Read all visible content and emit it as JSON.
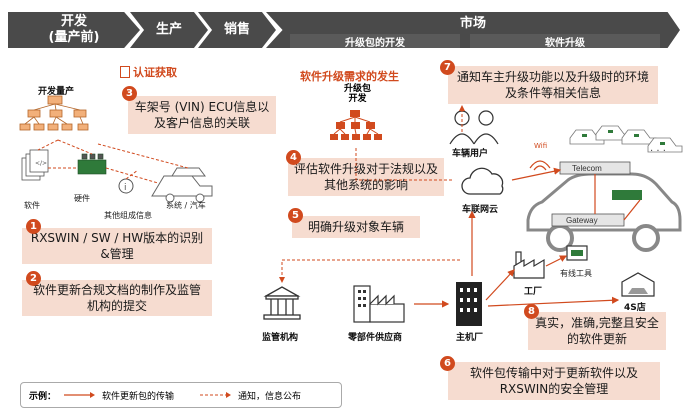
{
  "header": {
    "stage_dev_line1": "开发",
    "stage_dev_line2": "(量产前)",
    "stage_production": "生产",
    "stage_sales": "销售",
    "stage_market": "市场",
    "market_sub_left": "升级包的开发",
    "market_sub_right": "软件升级"
  },
  "certification": {
    "label": "认证获取"
  },
  "upgrade_need": {
    "title": "软件升级需求的发生",
    "package_label": "升级包\n开发"
  },
  "left_diagram": {
    "dev_mass": "开发量产",
    "software": "软件",
    "hardware": "硬件",
    "other_info": "其他组成信息",
    "system_car": "系统 / 汽车"
  },
  "steps": [
    {
      "num": "1",
      "text": "RXSWIN / SW / HW版本的识别&管理"
    },
    {
      "num": "2",
      "text": "软件更新合规文档的制作及监管机构的提交"
    },
    {
      "num": "3",
      "text": "车架号 (VIN) ECU信息以及客户信息的关联"
    },
    {
      "num": "4",
      "text": "评估软件升级对于法规以及其他系统的影响"
    },
    {
      "num": "5",
      "text": "明确升级对象车辆"
    },
    {
      "num": "6",
      "text": "软件包传输中对于更新软件以及RXSWIN的安全管理"
    },
    {
      "num": "7",
      "text": "通知车主升级功能以及升级时的环境及条件等相关信息"
    },
    {
      "num": "8",
      "text": "真实，准确,完整且安全的软件更新"
    }
  ],
  "actors": {
    "car_user": "车辆用户",
    "cloud": "车联网云",
    "regulator": "监管机构",
    "supplier": "零部件供应商",
    "oem": "主机厂",
    "factory": "工厂",
    "dealer": "4S店",
    "wired_tool": "有线工具",
    "wifi": "Wifi",
    "telecom": "Telecom",
    "gateway": "Gateway",
    "dots": "· · ·"
  },
  "legend": {
    "title": "示例：",
    "solid": "软件更新包的传输",
    "dashed": "通知，信息公布"
  }
}
